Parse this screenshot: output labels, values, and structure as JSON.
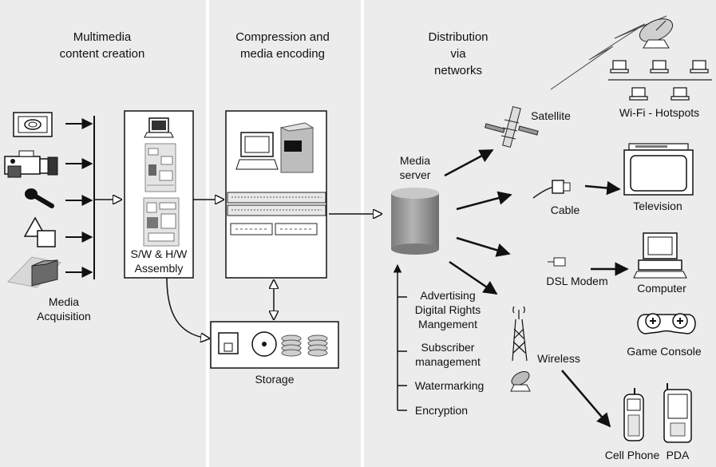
{
  "sections": {
    "creation": {
      "title": [
        "Multimedia",
        "content creation"
      ]
    },
    "encoding": {
      "title": [
        "Compression and",
        "media encoding"
      ]
    },
    "distribution": {
      "title": [
        "Distribution",
        "via",
        "networks"
      ]
    }
  },
  "labels": {
    "acquisition": [
      "Media",
      "Acquisition"
    ],
    "assembly": [
      "S/W & H/W",
      "Assembly"
    ],
    "storage": "Storage",
    "server": [
      "Media",
      "server"
    ],
    "satellite": "Satellite",
    "wifi": "Wi-Fi - Hotspots",
    "cable": "Cable",
    "television": "Television",
    "dsl": "DSL Modem",
    "computer": "Computer",
    "wireless": "Wireless",
    "game_console": "Game Console",
    "cell_phone": "Cell Phone",
    "pda": "PDA"
  },
  "services": [
    [
      "Advertising",
      "Digital Rights",
      "Mangement"
    ],
    [
      "Subscriber",
      "management"
    ],
    [
      "Watermarking"
    ],
    [
      "Encryption"
    ]
  ],
  "colors": {
    "panel": "#ececec",
    "ink": "#111111",
    "cylinder": "#9a9a9a"
  }
}
